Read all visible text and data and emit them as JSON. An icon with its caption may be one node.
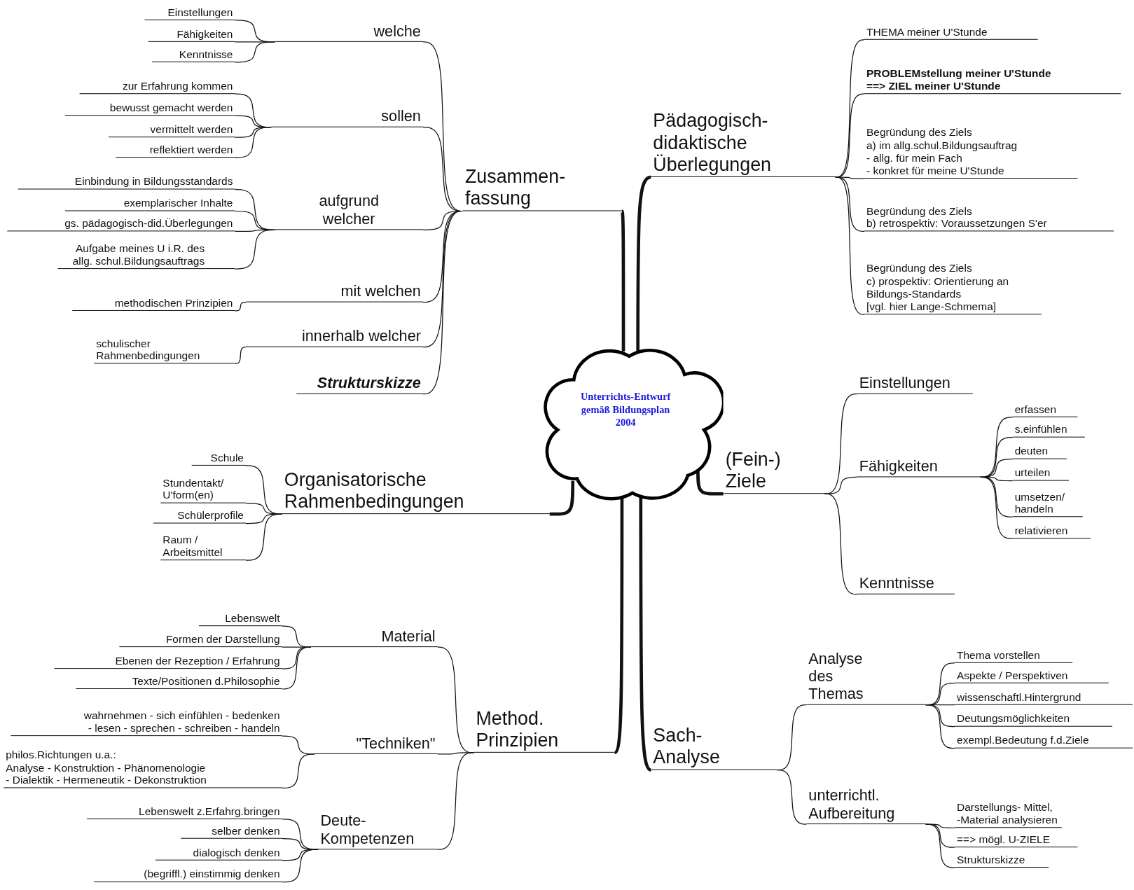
{
  "diagram": {
    "nodes": [
      {
        "text": [
          "Unterrichts-Entwurf gemäß Bildungsplan 2004"
        ]
      },
      {
        "text": [
          "Zusammen- fassung"
        ]
      },
      {
        "text": [
          "welche"
        ]
      },
      {
        "text": [
          "sollen"
        ]
      },
      {
        "text": [
          "aufgrund welcher"
        ]
      },
      {
        "text": [
          "mit welchen"
        ]
      },
      {
        "text": [
          "innerhalb welcher"
        ]
      },
      {
        "text": [
          "Strukturskizze"
        ]
      },
      {
        "text": [
          "Einstellungen"
        ]
      },
      {
        "text": [
          "Fähigkeiten"
        ]
      },
      {
        "text": [
          "Kenntnisse"
        ]
      },
      {
        "text": [
          "zur Erfahrung kommen"
        ]
      },
      {
        "text": [
          "bewusst gemacht werden"
        ]
      },
      {
        "text": [
          "vermittelt werden"
        ]
      },
      {
        "text": [
          "reflektiert werden"
        ]
      },
      {
        "text": [
          "Einbindung in Bildungsstandards"
        ]
      },
      {
        "text": [
          "exemplarischer Inhalte"
        ]
      },
      {
        "text": [
          "gs. pädagogisch-did.Überlegungen"
        ]
      },
      {
        "text": [
          "Aufgabe meines U i.R. des allg. schul.Bildungsauftrags"
        ]
      },
      {
        "text": [
          "methodischen Prinzipien"
        ]
      },
      {
        "text": [
          "schulischer Rahmenbedingungen"
        ]
      },
      {
        "text": [
          "Organisatorische Rahmenbedingungen"
        ]
      },
      {
        "text": [
          "Schule"
        ]
      },
      {
        "text": [
          "Stundentakt/ U'form(en)"
        ]
      },
      {
        "text": [
          "Schülerprofile"
        ]
      },
      {
        "text": [
          "Raum / Arbeitsmittel"
        ]
      },
      {
        "text": [
          "Method. Prinzipien"
        ]
      },
      {
        "text": [
          "Material"
        ]
      },
      {
        "text": [
          "\"Techniken\""
        ]
      },
      {
        "text": [
          "Deute- Kompetenzen"
        ]
      },
      {
        "text": [
          "Lebenswelt"
        ]
      },
      {
        "text": [
          "Formen der Darstellung"
        ]
      },
      {
        "text": [
          "Ebenen der Rezeption / Erfahrung"
        ]
      },
      {
        "text": [
          "Texte/Positionen d.Philosophie"
        ]
      },
      {
        "text": [
          "wahrnehmen - sich einfühlen - bedenken",
          "- lesen - sprechen - schreiben - handeln"
        ]
      },
      {
        "text": [
          "philos.Richtungen u.a.:",
          "Analyse - Konstruktion - Phänomenologie",
          "- Dialektik - Hermeneutik - Dekonstruktion"
        ]
      },
      {
        "text": [
          "Lebenswelt z.Erfahrg.bringen"
        ]
      },
      {
        "text": [
          "selber denken"
        ]
      },
      {
        "text": [
          "dialogisch denken"
        ]
      },
      {
        "text": [
          "(begriffl.) einstimmig denken"
        ]
      },
      {
        "text": [
          "Pädagogisch- didaktische Überlegungen"
        ]
      },
      {
        "text": [
          "THEMA meiner U'Stunde"
        ]
      },
      {
        "text": [
          "PROBLEMstellung meiner U'Stunde",
          "==> ZIEL meiner U'Stunde"
        ]
      },
      {
        "text": [
          "Begründung des Ziels",
          "a) im allg.schul.Bildungsauftrag",
          "- allg. für mein Fach",
          "- konkret für meine U'Stunde"
        ]
      },
      {
        "text": [
          "Begründung des Ziels",
          "b) retrospektiv: Voraussetzungen S'er"
        ]
      },
      {
        "text": [
          "Begründung des Ziels",
          "c) prospektiv: Orientierung an Bildungs-Standards",
          "[vgl. hier Lange-Schmema]"
        ]
      },
      {
        "text": [
          "(Fein-) Ziele"
        ]
      },
      {
        "text": [
          "Einstellungen"
        ]
      },
      {
        "text": [
          "Fähigkeiten"
        ]
      },
      {
        "text": [
          "Kenntnisse"
        ]
      },
      {
        "text": [
          "erfassen"
        ]
      },
      {
        "text": [
          "s.einfühlen"
        ]
      },
      {
        "text": [
          "deuten"
        ]
      },
      {
        "text": [
          "urteilen"
        ]
      },
      {
        "text": [
          "umsetzen/ handeln"
        ]
      },
      {
        "text": [
          "relativieren"
        ]
      },
      {
        "text": [
          "Sach- Analyse"
        ]
      },
      {
        "text": [
          "Analyse des Themas"
        ]
      },
      {
        "text": [
          "unterrichtl. Aufbereitung"
        ]
      },
      {
        "text": [
          "Thema vorstellen"
        ]
      },
      {
        "text": [
          "Aspekte / Perspektiven"
        ]
      },
      {
        "text": [
          "wissenschaftl.Hintergrund"
        ]
      },
      {
        "text": [
          "Deutungsmöglichkeiten"
        ]
      },
      {
        "text": [
          "exempl.Bedeutung f.d.Ziele"
        ]
      },
      {
        "text": [
          "Darstellungs- Mittel, -Material analysieren"
        ]
      },
      {
        "text": [
          "==> mögl. U-ZIELE"
        ]
      },
      {
        "text": [
          "Strukturskizze"
        ]
      }
    ],
    "edges": [
      {
        "from": 0,
        "to": 1,
        "arrow": "none",
        "style": "thick"
      },
      {
        "from": 0,
        "to": 21,
        "arrow": "none",
        "style": "thick"
      },
      {
        "from": 0,
        "to": 26,
        "arrow": "none",
        "style": "thick"
      },
      {
        "from": 0,
        "to": 40,
        "arrow": "none",
        "style": "thick"
      },
      {
        "from": 0,
        "to": 46,
        "arrow": "none",
        "style": "thick"
      },
      {
        "from": 0,
        "to": 56,
        "arrow": "none",
        "style": "thick"
      },
      {
        "from": 1,
        "to": 2,
        "arrow": "none"
      },
      {
        "from": 1,
        "to": 3,
        "arrow": "none"
      },
      {
        "from": 1,
        "to": 4,
        "arrow": "none"
      },
      {
        "from": 1,
        "to": 5,
        "arrow": "none"
      },
      {
        "from": 1,
        "to": 6,
        "arrow": "none"
      },
      {
        "from": 1,
        "to": 7,
        "arrow": "none"
      },
      {
        "from": 2,
        "to": 8,
        "arrow": "none"
      },
      {
        "from": 2,
        "to": 9,
        "arrow": "none"
      },
      {
        "from": 2,
        "to": 10,
        "arrow": "none"
      },
      {
        "from": 3,
        "to": 11,
        "arrow": "none"
      },
      {
        "from": 3,
        "to": 12,
        "arrow": "none"
      },
      {
        "from": 3,
        "to": 13,
        "arrow": "none"
      },
      {
        "from": 3,
        "to": 14,
        "arrow": "none"
      },
      {
        "from": 4,
        "to": 15,
        "arrow": "none"
      },
      {
        "from": 4,
        "to": 16,
        "arrow": "none"
      },
      {
        "from": 4,
        "to": 17,
        "arrow": "none"
      },
      {
        "from": 4,
        "to": 18,
        "arrow": "none"
      },
      {
        "from": 5,
        "to": 19,
        "arrow": "none"
      },
      {
        "from": 6,
        "to": 20,
        "arrow": "none"
      },
      {
        "from": 21,
        "to": 22,
        "arrow": "none"
      },
      {
        "from": 21,
        "to": 23,
        "arrow": "none"
      },
      {
        "from": 21,
        "to": 24,
        "arrow": "none"
      },
      {
        "from": 21,
        "to": 25,
        "arrow": "none"
      },
      {
        "from": 26,
        "to": 27,
        "arrow": "none"
      },
      {
        "from": 26,
        "to": 28,
        "arrow": "none"
      },
      {
        "from": 26,
        "to": 29,
        "arrow": "none"
      },
      {
        "from": 27,
        "to": 30,
        "arrow": "none"
      },
      {
        "from": 27,
        "to": 31,
        "arrow": "none"
      },
      {
        "from": 27,
        "to": 32,
        "arrow": "none"
      },
      {
        "from": 27,
        "to": 33,
        "arrow": "none"
      },
      {
        "from": 28,
        "to": 34,
        "arrow": "none"
      },
      {
        "from": 28,
        "to": 35,
        "arrow": "none"
      },
      {
        "from": 29,
        "to": 36,
        "arrow": "none"
      },
      {
        "from": 29,
        "to": 37,
        "arrow": "none"
      },
      {
        "from": 29,
        "to": 38,
        "arrow": "none"
      },
      {
        "from": 29,
        "to": 39,
        "arrow": "none"
      },
      {
        "from": 40,
        "to": 41,
        "arrow": "none"
      },
      {
        "from": 40,
        "to": 42,
        "arrow": "none"
      },
      {
        "from": 40,
        "to": 43,
        "arrow": "none"
      },
      {
        "from": 40,
        "to": 44,
        "arrow": "none"
      },
      {
        "from": 40,
        "to": 45,
        "arrow": "none"
      },
      {
        "from": 46,
        "to": 47,
        "arrow": "none"
      },
      {
        "from": 46,
        "to": 48,
        "arrow": "none"
      },
      {
        "from": 46,
        "to": 49,
        "arrow": "none"
      },
      {
        "from": 48,
        "to": 50,
        "arrow": "none"
      },
      {
        "from": 48,
        "to": 51,
        "arrow": "none"
      },
      {
        "from": 48,
        "to": 52,
        "arrow": "none"
      },
      {
        "from": 48,
        "to": 53,
        "arrow": "none"
      },
      {
        "from": 48,
        "to": 54,
        "arrow": "none"
      },
      {
        "from": 48,
        "to": 55,
        "arrow": "none"
      },
      {
        "from": 56,
        "to": 57,
        "arrow": "none"
      },
      {
        "from": 56,
        "to": 58,
        "arrow": "none"
      },
      {
        "from": 57,
        "to": 59,
        "arrow": "none"
      },
      {
        "from": 57,
        "to": 60,
        "arrow": "none"
      },
      {
        "from": 57,
        "to": 61,
        "arrow": "none"
      },
      {
        "from": 57,
        "to": 62,
        "arrow": "none"
      },
      {
        "from": 57,
        "to": 63,
        "arrow": "none"
      },
      {
        "from": 58,
        "to": 64,
        "arrow": "none"
      },
      {
        "from": 58,
        "to": 65,
        "arrow": "none"
      },
      {
        "from": 58,
        "to": 66,
        "arrow": "none"
      }
    ]
  }
}
